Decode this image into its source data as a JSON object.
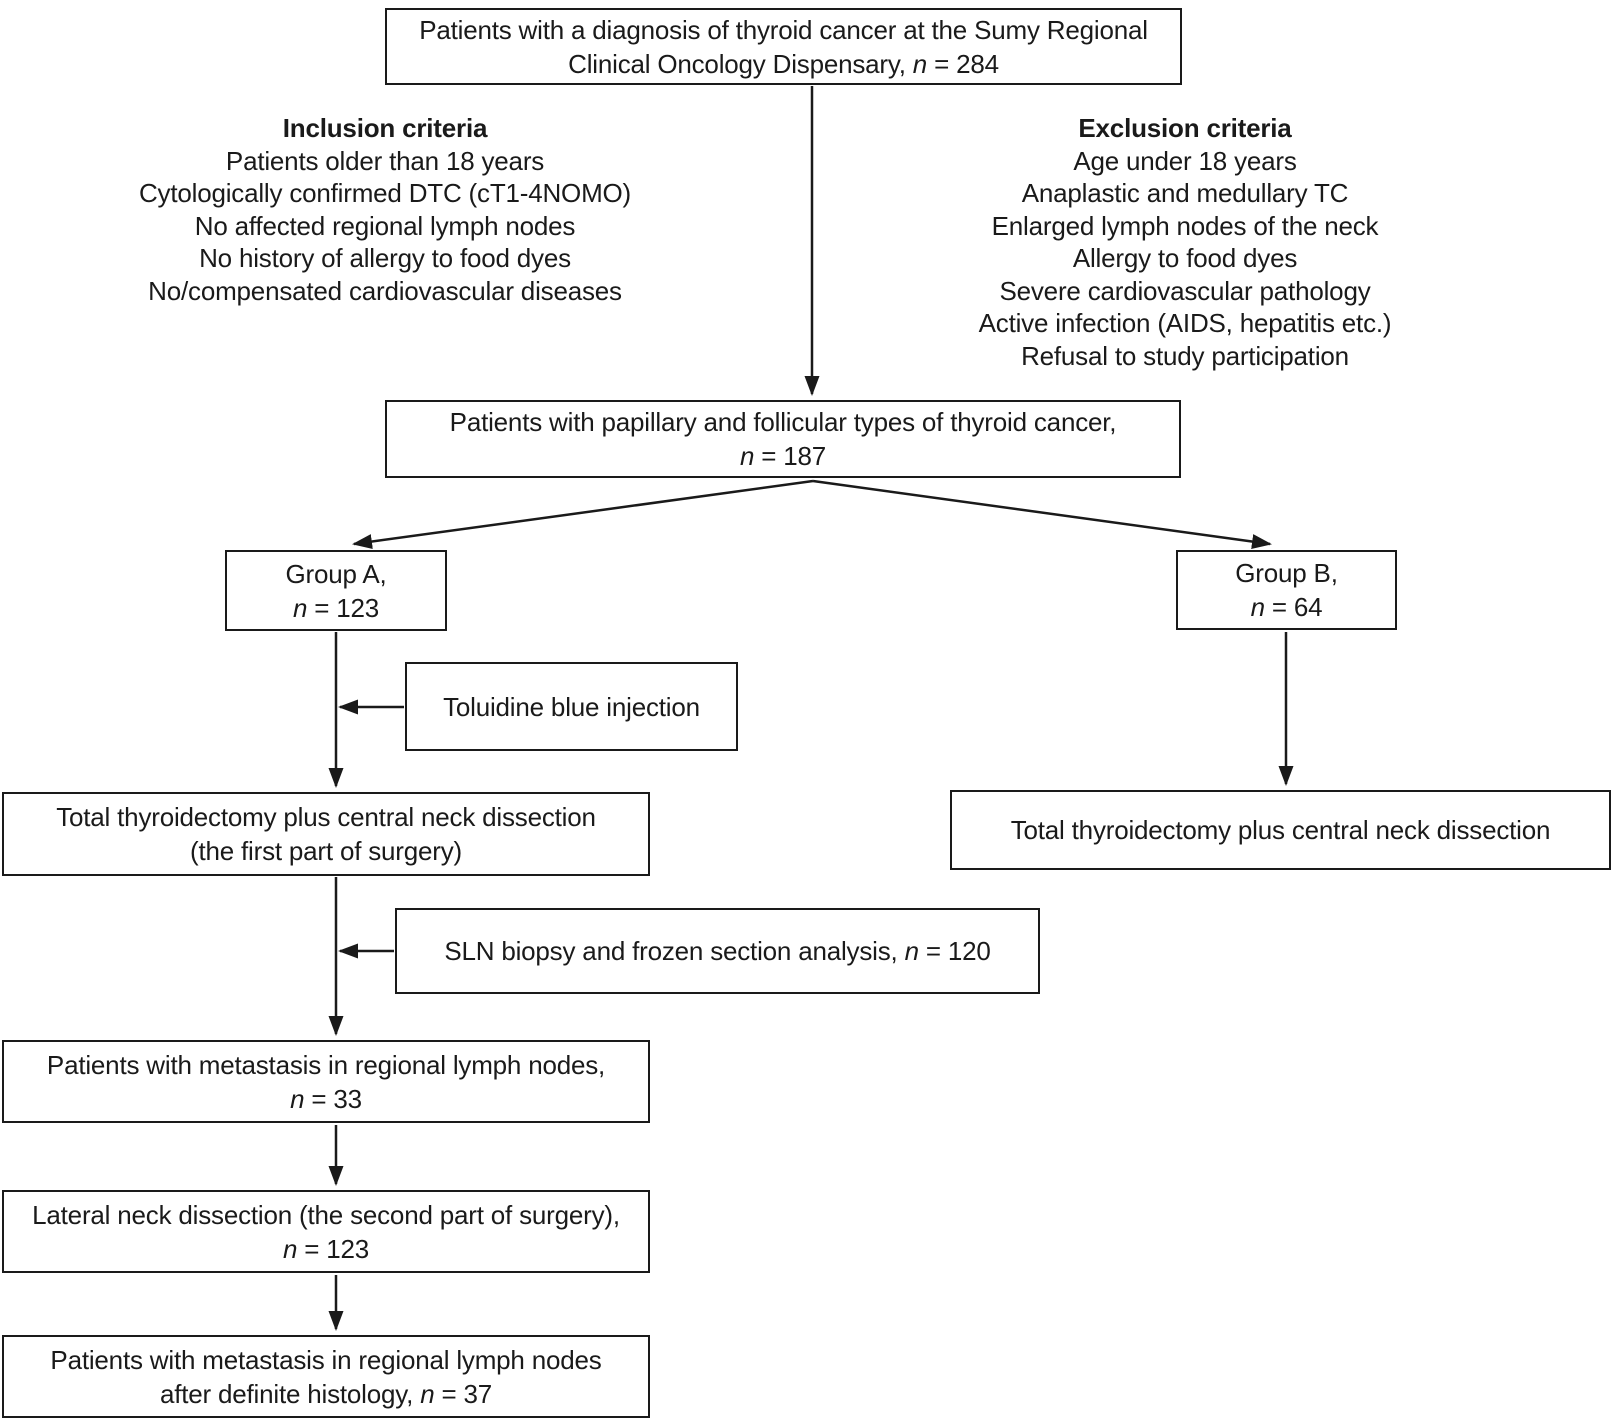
{
  "colors": {
    "line": "#1a1a1a",
    "text": "#1a1a1a",
    "background": "#ffffff"
  },
  "boxes": {
    "diagnosis": {
      "lines": [
        "Patients with a diagnosis of thyroid cancer at the Sumy Regional",
        "Clinical Oncology Dispensary, *n* = 284"
      ]
    },
    "papillary": {
      "lines": [
        "Patients with papillary and follicular types of thyroid cancer,",
        "*n* = 187"
      ]
    },
    "group_a": {
      "lines": [
        "Group A,",
        "*n* = 123"
      ]
    },
    "group_b": {
      "lines": [
        "Group B,",
        "*n* = 64"
      ]
    },
    "toluidine": {
      "lines": [
        "Toluidine blue injection"
      ]
    },
    "surgery_a": {
      "lines": [
        "Total thyroidectomy plus central neck dissection",
        "(the first part of surgery)"
      ]
    },
    "surgery_b": {
      "lines": [
        "Total thyroidectomy plus central neck dissection"
      ]
    },
    "sln": {
      "lines": [
        "SLN biopsy and frozen section analysis, *n* = 120"
      ]
    },
    "met_frozen": {
      "lines": [
        "Patients with metastasis in regional lymph nodes,",
        "*n* = 33"
      ]
    },
    "lateral": {
      "lines": [
        "Lateral neck dissection (the second part of surgery),",
        "*n* = 123"
      ]
    },
    "met_final": {
      "lines": [
        "Patients with metastasis in regional lymph nodes",
        "after definite histology, *n* = 37"
      ]
    }
  },
  "criteria": {
    "inclusion": {
      "title": "Inclusion criteria",
      "items": [
        "Patients older than 18 years",
        "Cytologically confirmed DTC (cT1-4NOMO)",
        "No affected regional lymph nodes",
        "No history of allergy to food dyes",
        "No/compensated cardiovascular diseases"
      ]
    },
    "exclusion": {
      "title": "Exclusion criteria",
      "items": [
        "Age under 18 years",
        "Anaplastic and medullary TC",
        "Enlarged lymph nodes of the neck",
        "Allergy to food dyes",
        "Severe cardiovascular pathology",
        "Active infection (AIDS, hepatitis etc.)",
        "Refusal to study participation"
      ]
    }
  }
}
